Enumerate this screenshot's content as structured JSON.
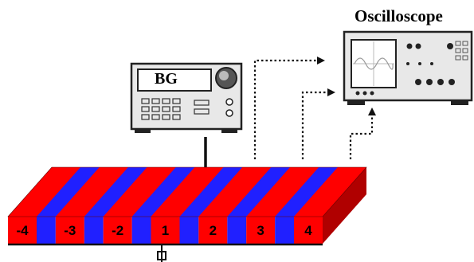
{
  "oscilloscope": {
    "title": "Oscilloscope",
    "icon": "oscilloscope-icon"
  },
  "generator": {
    "label": "BG",
    "icon": "burst-generator-icon"
  },
  "transducer": {
    "segments": [
      {
        "label": "-4",
        "color": "#ff0000"
      },
      {
        "label": "-3",
        "color": "#ff0000"
      },
      {
        "label": "-2",
        "color": "#ff0000"
      },
      {
        "label": "1",
        "color": "#ff0000"
      },
      {
        "label": "2",
        "color": "#ff0000"
      },
      {
        "label": "3",
        "color": "#ff0000"
      },
      {
        "label": "4",
        "color": "#ff0000"
      }
    ],
    "stripe_colors": {
      "red": "#ff0000",
      "blue": "#2020ff",
      "dark_red": "#b00000",
      "dark_blue": "#1010a0"
    }
  }
}
